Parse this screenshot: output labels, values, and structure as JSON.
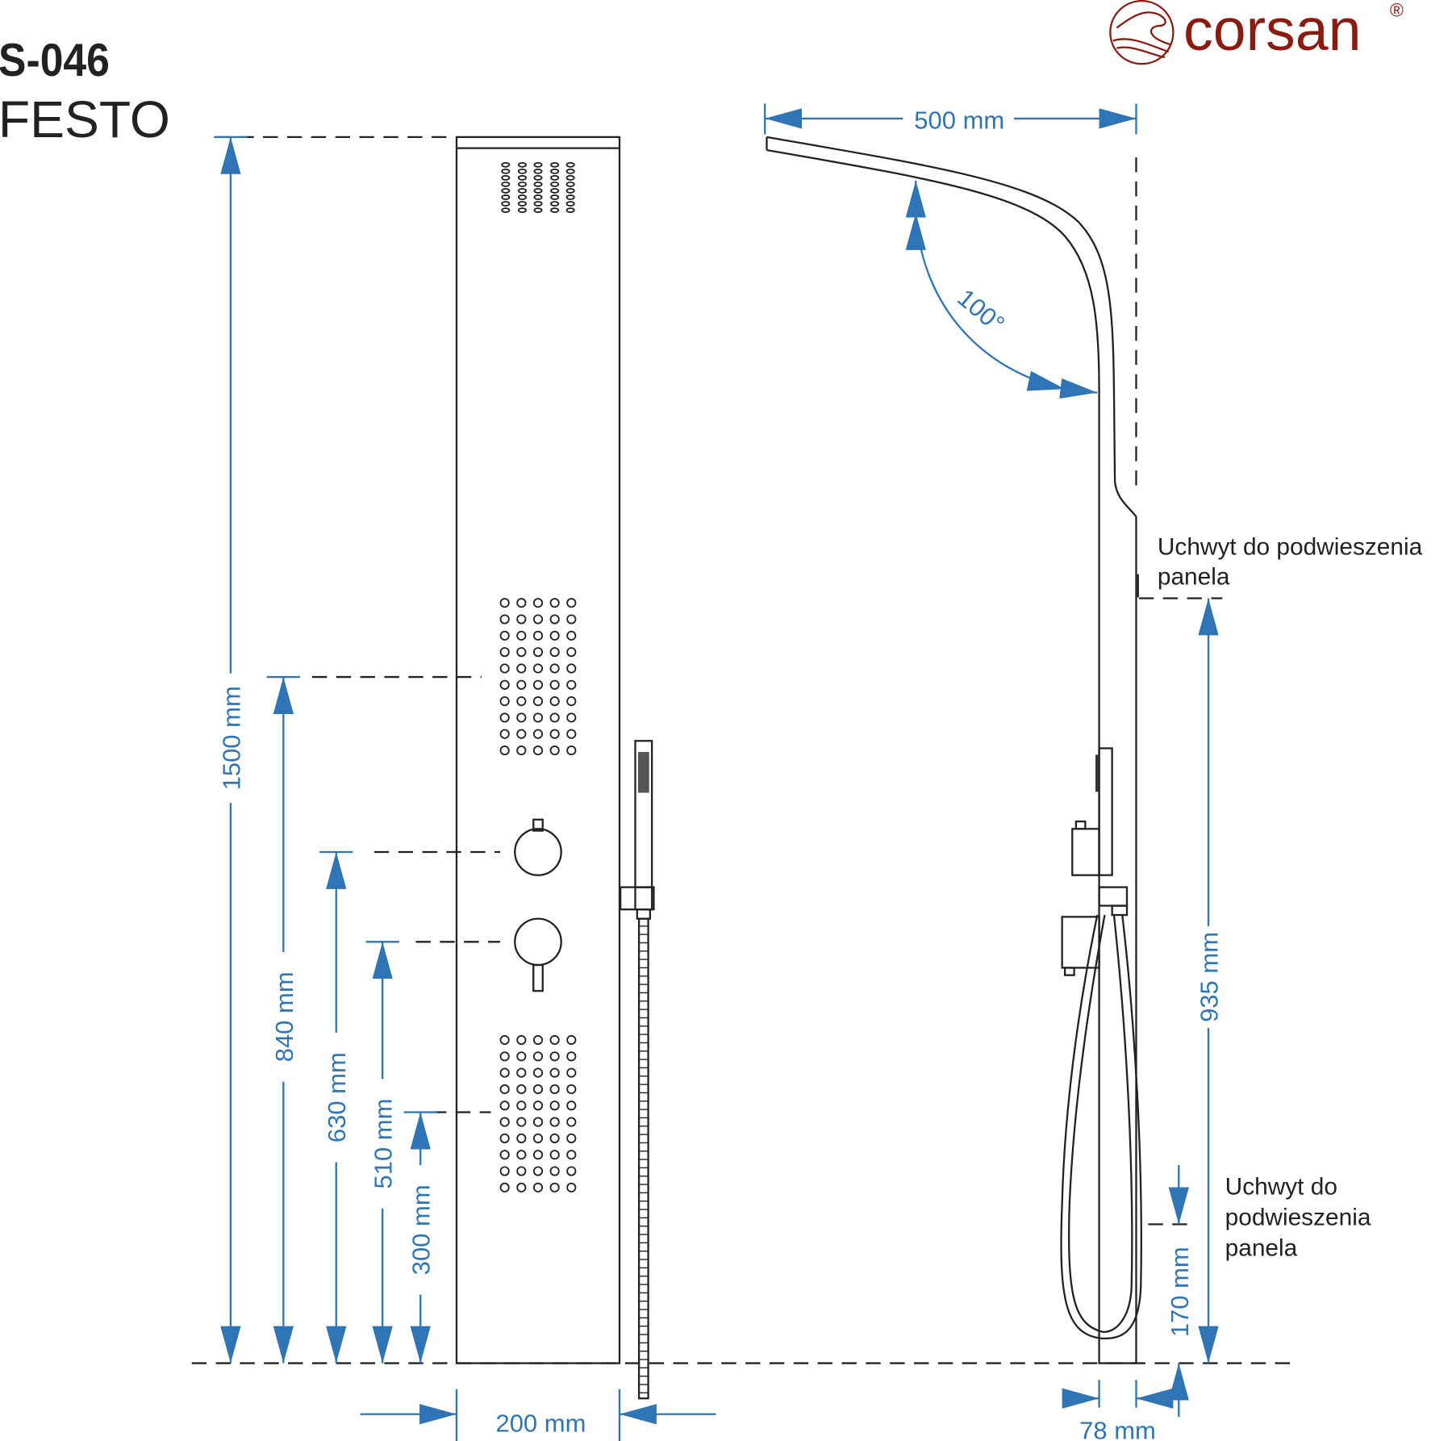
{
  "header": {
    "model_code": "S-046",
    "model_name": "FESTO"
  },
  "brand": {
    "name": "corsan",
    "registered_mark": "®",
    "color": "#8b1a10"
  },
  "dimensions": {
    "total_height": "1500 mm",
    "upper_jets_height": "840 mm",
    "upper_knob_height": "630 mm",
    "lower_knob_height": "510 mm",
    "lower_jets_height": "300 mm",
    "panel_width": "200 mm",
    "head_reach": "500 mm",
    "head_angle": "100°",
    "hanger_height": "935 mm",
    "lower_hanger_height": "170 mm",
    "panel_depth": "78 mm"
  },
  "notes": {
    "upper_hanger": [
      "Uchwyt do podwieszenia",
      "panela"
    ],
    "lower_hanger": [
      "Uchwyt do",
      "podwieszenia",
      "panela"
    ]
  },
  "colors": {
    "dimension": "#2f74b5",
    "line": "#222222"
  }
}
